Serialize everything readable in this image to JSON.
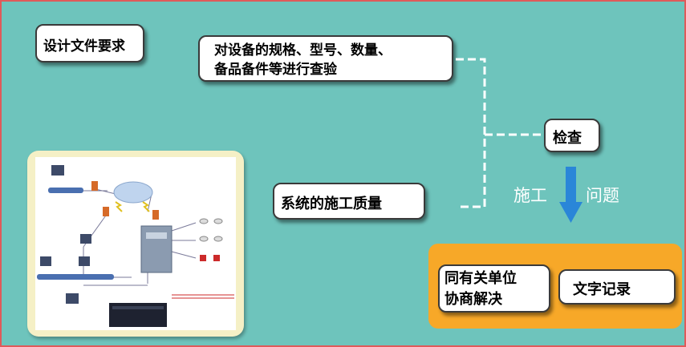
{
  "nodes": {
    "design_docs": "设计文件要求",
    "inspect_specs_line1": "对设备的规格、型号、数量、",
    "inspect_specs_line2": "备品备件等进行查验",
    "install_quality": "系统的施工质量",
    "check": "检查",
    "coordinate_line1": "同有关单位",
    "coordinate_line2": "协商解决",
    "record": "文字记录"
  },
  "flow": {
    "construction": "施工",
    "problem": "问题"
  },
  "colors": {
    "background": "#6ec4bc",
    "frame": "#e05a5a",
    "orange": "#f7a828",
    "arrow": "#2a86d8"
  }
}
